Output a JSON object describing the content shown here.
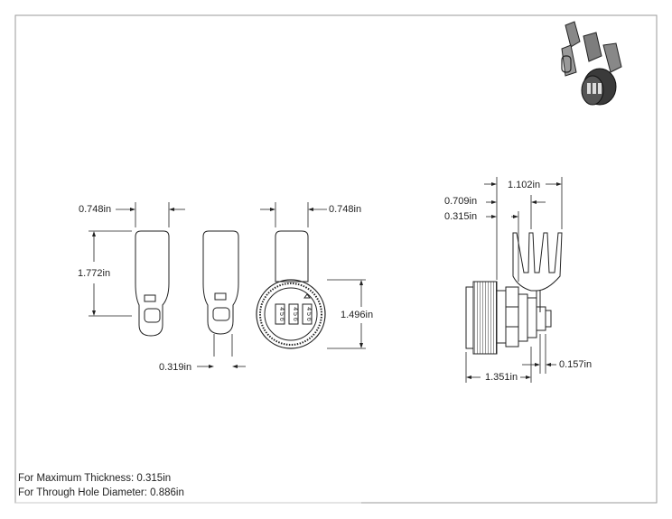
{
  "dimensions": {
    "fork_width": "0.748in",
    "cam_length": "1.772in",
    "cam_thickness": "0.319in",
    "fork_width_front": "0.748in",
    "face_diameter": "1.496in",
    "fork_span": "1.102in",
    "fork_offset": "0.709in",
    "max_thickness_gap": "0.315in",
    "body_length": "1.351in",
    "nut_gap": "0.157in"
  },
  "notes": {
    "max_thickness": "For Maximum Thickness: 0.315in",
    "hole_diameter": "For Through Hole Diameter: 0.886in"
  },
  "dials": [
    "4 5 6",
    "4 5 6",
    "4 5 6"
  ],
  "colors": {
    "line": "#222222",
    "frame": "#9a9a9a",
    "thumb_body": "#2a2a2a",
    "thumb_cam": "#7a7a7a"
  }
}
